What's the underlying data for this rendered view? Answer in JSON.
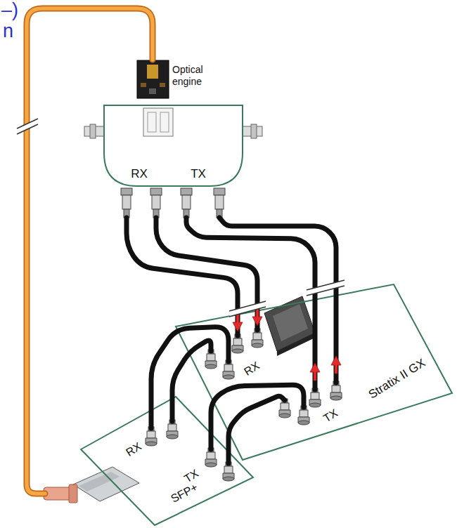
{
  "diagram": {
    "nodes": [
      {
        "text": [
          "Optical engine"
        ]
      },
      {
        "text": [
          "RX",
          "TX"
        ]
      },
      {
        "text": [
          "RX",
          "TX",
          "SFP+"
        ]
      },
      {
        "text": [
          "RX",
          "TX",
          "Stratix II GX"
        ]
      }
    ],
    "edges": [
      {
        "from": 0,
        "to": 2,
        "arrow": "none"
      },
      {
        "from": 1,
        "to": 3,
        "arrow": "to"
      },
      {
        "from": 1,
        "to": 3,
        "arrow": "to"
      },
      {
        "from": 3,
        "to": 1,
        "arrow": "to"
      },
      {
        "from": 3,
        "to": 1,
        "arrow": "to"
      },
      {
        "from": 2,
        "to": 3,
        "arrow": "none"
      },
      {
        "from": 2,
        "to": 3,
        "arrow": "none"
      },
      {
        "from": 2,
        "to": 3,
        "arrow": "none"
      },
      {
        "from": 2,
        "to": 3,
        "arrow": "none"
      }
    ],
    "labels": [
      "–)",
      "n"
    ]
  }
}
